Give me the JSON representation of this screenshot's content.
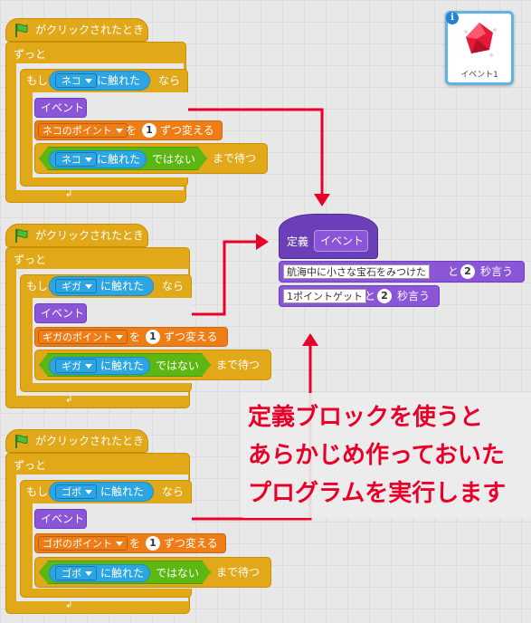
{
  "sprite": {
    "name": "イベント1"
  },
  "scripts": [
    {
      "hat": "がクリックされたとき",
      "forever": "ずっと",
      "if_label": "もし",
      "if_suffix": "なら",
      "sprite": "ネコ",
      "touching": "に触れた",
      "call": "イベント",
      "var": "ネコのポイント",
      "change_by_label": "を",
      "change_value": "1",
      "change_suffix": "ずつ変える",
      "not_label": "ではない",
      "wait_suffix": "まで待つ"
    },
    {
      "hat": "がクリックされたとき",
      "forever": "ずっと",
      "if_label": "もし",
      "if_suffix": "なら",
      "sprite": "ギガ",
      "touching": "に触れた",
      "call": "イベント",
      "var": "ギガのポイント",
      "change_by_label": "を",
      "change_value": "1",
      "change_suffix": "ずつ変える",
      "not_label": "ではない",
      "wait_suffix": "まで待つ"
    },
    {
      "hat": "がクリックされたとき",
      "forever": "ずっと",
      "if_label": "もし",
      "if_suffix": "なら",
      "sprite": "ゴボ",
      "touching": "に触れた",
      "call": "イベント",
      "var": "ゴボのポイント",
      "change_by_label": "を",
      "change_value": "1",
      "change_suffix": "ずつ変える",
      "not_label": "ではない",
      "wait_suffix": "まで待つ"
    }
  ],
  "define": {
    "label": "定義",
    "name": "イベント",
    "say1_text": "航海中に小さな宝石をみつけた",
    "say1_and": "と",
    "say1_secs": "2",
    "say1_suffix": "秒言う",
    "say2_text": "1ポイントゲット",
    "say2_and": "と",
    "say2_secs": "2",
    "say2_suffix": "秒言う"
  },
  "callout": {
    "line1": "定義ブロックを使うと",
    "line2": "あらかじめ作っておいた",
    "line3": "プログラムを実行します"
  },
  "colors": {
    "control": "#e1a91a",
    "looks": "#8a55d7",
    "data": "#ee7d16",
    "sensing": "#2ca5e2",
    "operators": "#5cb712",
    "arrow": "#e8002a",
    "callout_text": "#e8002a"
  }
}
